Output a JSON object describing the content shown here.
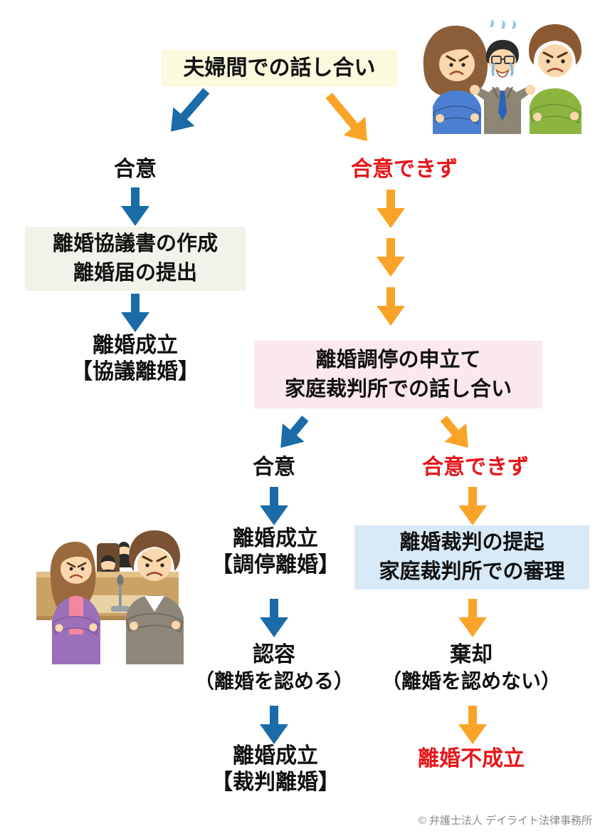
{
  "flow": {
    "start_box": "夫婦間での話し合い",
    "labels": {
      "agree1": "合意",
      "disagree1": "合意できず",
      "agree2": "合意",
      "disagree2": "合意できず"
    },
    "doc_box": {
      "line1": "離婚協議書の作成",
      "line2": "離婚届の提出"
    },
    "kyogi_result": {
      "line1": "離婚成立",
      "line2": "【協議離婚】"
    },
    "mediation_box": {
      "line1": "離婚調停の申立て",
      "line2": "家庭裁判所での話し合い"
    },
    "chotei_result": {
      "line1": "離婚成立",
      "line2": "【調停離婚】"
    },
    "lawsuit_box": {
      "line1": "離婚裁判の提起",
      "line2": "家庭裁判所での審理"
    },
    "acceptance": {
      "line1": "認容",
      "line2": "（離婚を認める）"
    },
    "dismissal": {
      "line1": "棄却",
      "line2": "（離婚を認めない）"
    },
    "saiban_result": {
      "line1": "離婚成立",
      "line2": "【裁判離婚】"
    },
    "failure": "離婚不成立"
  },
  "footer": {
    "copyright": "© 弁護士法人 デイライト法律事務所"
  },
  "colors": {
    "agree_arrow_blue": "#1A6BA8",
    "disagree_arrow_orange": "#F9A428",
    "alert_red": "#E8151A",
    "start_box_bg": "#FBF9DE",
    "doc_box_bg": "#F2F1EA",
    "mediation_box_bg": "#FBE7EF",
    "lawsuit_box_bg": "#D8E9F7",
    "text_black": "#111111"
  },
  "illustrations": {
    "top_right_alt": "怒る夫婦と泣く仲介者のイラスト",
    "middle_left_alt": "家庭裁判所で争う夫婦のイラスト"
  }
}
